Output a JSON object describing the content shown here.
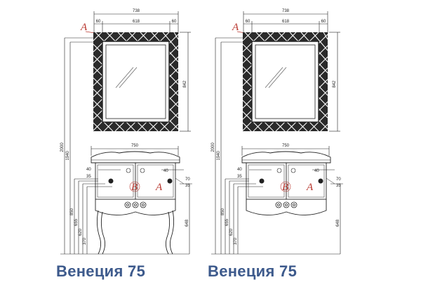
{
  "drawings": [
    {
      "caption": "Венеция 75",
      "mirror_dims": {
        "total_width": "738",
        "left_margin": "60",
        "inner_width": "618",
        "right_margin": "60",
        "height": "842"
      },
      "cabinet_width": "750",
      "heights": [
        "2000",
        "1940",
        "850",
        "655",
        "620",
        "370"
      ],
      "right_height": "648",
      "small_dims": [
        "40",
        "40",
        "35",
        "35",
        "70"
      ],
      "markers": {
        "mirror_point": "A",
        "water_point": "A",
        "drain_point": "B"
      },
      "has_legs": true
    },
    {
      "caption": "Венеция 75",
      "mirror_dims": {
        "total_width": "738",
        "left_margin": "60",
        "inner_width": "618",
        "right_margin": "60",
        "height": "842"
      },
      "cabinet_width": "750",
      "heights": [
        "2000",
        "1940",
        "850",
        "655",
        "620",
        "370"
      ],
      "right_height": "648",
      "small_dims": [
        "40",
        "40",
        "35",
        "35",
        "70"
      ],
      "markers": {
        "mirror_point": "A",
        "water_point": "A",
        "drain_point": "B"
      },
      "has_legs": false
    }
  ]
}
